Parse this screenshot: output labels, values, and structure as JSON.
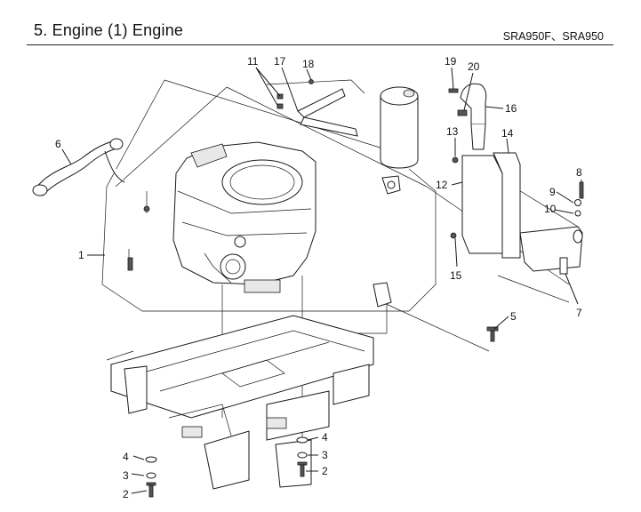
{
  "header": {
    "title": "5. Engine (1) Engine",
    "model": "SRA950F、SRA950"
  },
  "callouts": [
    "1",
    "2",
    "2",
    "3",
    "3",
    "4",
    "4",
    "5",
    "6",
    "7",
    "8",
    "9",
    "10",
    "11",
    "12",
    "13",
    "14",
    "15",
    "16",
    "17",
    "18",
    "19",
    "20"
  ]
}
